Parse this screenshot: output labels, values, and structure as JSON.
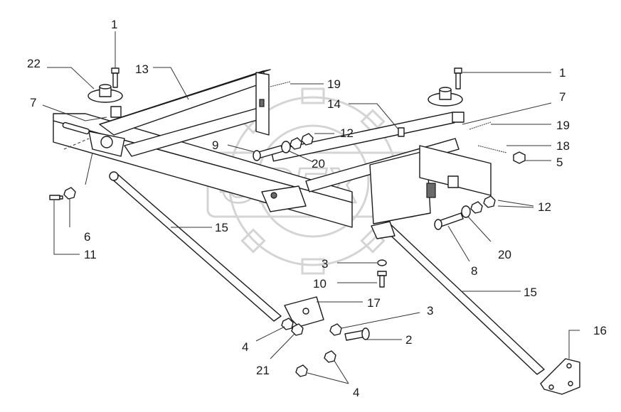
{
  "watermark": "OPEX",
  "callouts": [
    {
      "id": "c1a",
      "text": "1"
    },
    {
      "id": "c22",
      "text": "22"
    },
    {
      "id": "c13",
      "text": "13"
    },
    {
      "id": "c7a",
      "text": "7"
    },
    {
      "id": "c19a",
      "text": "19"
    },
    {
      "id": "c14",
      "text": "14"
    },
    {
      "id": "c12a",
      "text": "12"
    },
    {
      "id": "c9",
      "text": "9"
    },
    {
      "id": "c20a",
      "text": "20"
    },
    {
      "id": "c1b",
      "text": "1"
    },
    {
      "id": "c7b",
      "text": "7"
    },
    {
      "id": "c19b",
      "text": "19"
    },
    {
      "id": "c18",
      "text": "18"
    },
    {
      "id": "c5",
      "text": "5"
    },
    {
      "id": "c12b",
      "text": "12"
    },
    {
      "id": "c20b",
      "text": "20"
    },
    {
      "id": "c8",
      "text": "8"
    },
    {
      "id": "c15a",
      "text": "15"
    },
    {
      "id": "c6",
      "text": "6"
    },
    {
      "id": "c11",
      "text": "11"
    },
    {
      "id": "c3a",
      "text": "3"
    },
    {
      "id": "c10",
      "text": "10"
    },
    {
      "id": "c15b",
      "text": "15"
    },
    {
      "id": "c17",
      "text": "17"
    },
    {
      "id": "c3b",
      "text": "3"
    },
    {
      "id": "c2",
      "text": "2"
    },
    {
      "id": "c4a",
      "text": "4"
    },
    {
      "id": "c21",
      "text": "21"
    },
    {
      "id": "c4b",
      "text": "4"
    },
    {
      "id": "c16",
      "text": "16"
    }
  ]
}
